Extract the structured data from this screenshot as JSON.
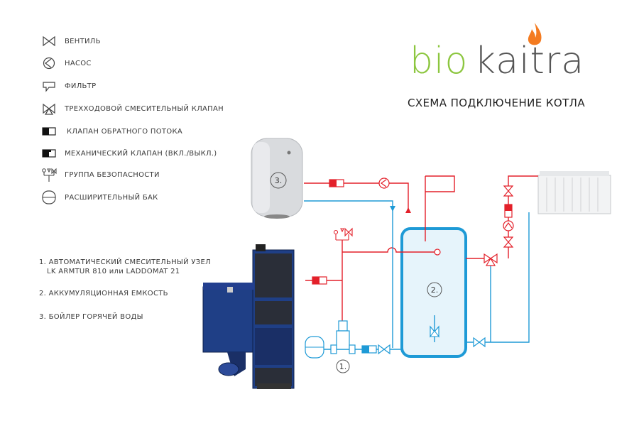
{
  "legend": {
    "valve": "ВЕНТИЛЬ",
    "pump": "НАСОС",
    "filter": "ФИЛЬТР",
    "three_way_valve": "ТРЕХХОДОВОЙ СМЕСИТЕЛЬНЫЙ КЛАПАН",
    "check_valve": "КЛАПАН ОБРАТНОГО ПОТОКА",
    "mechanical_valve": "МЕХАНИЧЕСКИЙ КЛАПАН (ВКЛ./ВЫКЛ.)",
    "safety_group": "ГРУППА БЕЗОПАСНОСТИ",
    "expansion_tank": "РАСШИРИТЕЛЬНЫЙ БАК"
  },
  "notes": {
    "n1_line1": "1. АВТОМАТИЧЕСКИЙ СМЕСИТЕЛЬНЫЙ УЗЕЛ",
    "n1_line2": "LK ARMTUR 810 или LADDOMAT 21",
    "n2": "2. АККУМУЛЯЦИОННАЯ ЕМКОСТЬ",
    "n3": "3. БОЙЛЕР ГОРЯЧЕЙ ВОДЫ"
  },
  "brand": {
    "logo_part1": "bio",
    "logo_part2": "kaitra",
    "subtitle": "СХЕМА ПОДКЛЮЧЕНИЕ КОТЛА"
  },
  "diagram": {
    "label_1": "1.",
    "label_2": "2.",
    "label_3": "3."
  },
  "colors": {
    "hot_line": "#e3202a",
    "cold_line": "#1e9ad6",
    "tank_outline": "#1e9ad6",
    "boiler_blue": "#1f3f86",
    "logo_green": "#8cc63f",
    "flame_orange": "#f47b20"
  }
}
